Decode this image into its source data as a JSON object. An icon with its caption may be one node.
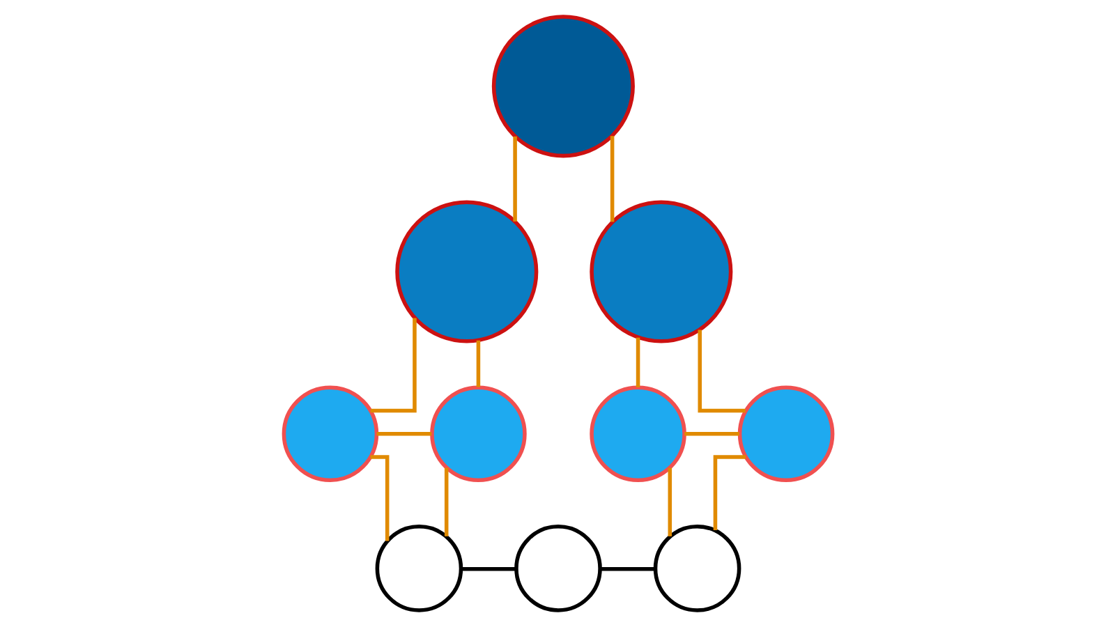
{
  "diagram": {
    "nodes": [
      {
        "text": [],
        "shape": "person"
      },
      {
        "text": [],
        "shape": "person"
      },
      {
        "text": [],
        "shape": "person"
      },
      {
        "text": [],
        "shape": "person"
      },
      {
        "text": [],
        "shape": "person"
      },
      {
        "text": [],
        "shape": "person"
      },
      {
        "text": [],
        "shape": "person"
      },
      {
        "text": [],
        "shape": "person"
      },
      {
        "text": [],
        "shape": "person"
      },
      {
        "text": [],
        "shape": "person"
      }
    ],
    "edges": [
      {
        "from": 0,
        "to": 1,
        "arrow": "none"
      },
      {
        "from": 0,
        "to": 2,
        "arrow": "none"
      },
      {
        "from": 1,
        "to": 3,
        "arrow": "none"
      },
      {
        "from": 1,
        "to": 4,
        "arrow": "none"
      },
      {
        "from": 2,
        "to": 5,
        "arrow": "none"
      },
      {
        "from": 2,
        "to": 6,
        "arrow": "none"
      },
      {
        "from": 3,
        "to": 4,
        "arrow": "none"
      },
      {
        "from": 3,
        "to": 7,
        "arrow": "none"
      },
      {
        "from": 4,
        "to": 7,
        "arrow": "none"
      },
      {
        "from": 5,
        "to": 6,
        "arrow": "none"
      },
      {
        "from": 5,
        "to": 9,
        "arrow": "none"
      },
      {
        "from": 6,
        "to": 9,
        "arrow": "none"
      },
      {
        "from": 7,
        "to": 8,
        "arrow": "none",
        "color": "#000000"
      },
      {
        "from": 8,
        "to": 9,
        "arrow": "none",
        "color": "#000000"
      }
    ]
  }
}
